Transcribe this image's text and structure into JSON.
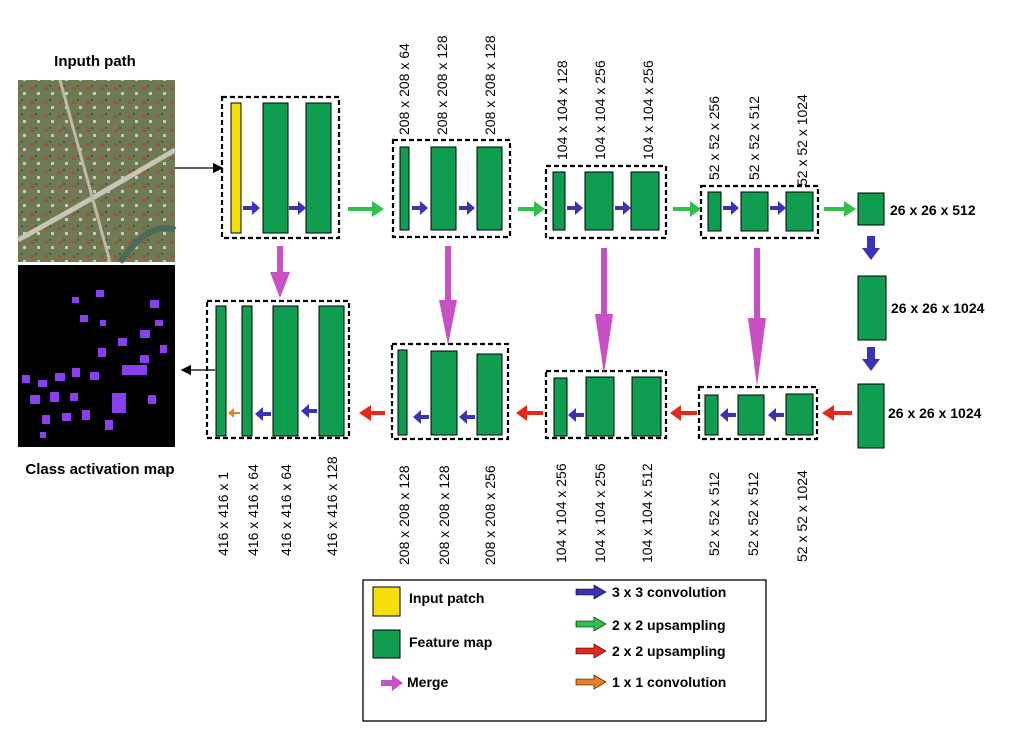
{
  "inputs": {
    "top_title": "Inputh path",
    "bottom_title": "Class activation map"
  },
  "dims": {
    "enc1": [
      "208 x 208 x 64",
      "208 x 208 x 128",
      "208 x 208 x 128"
    ],
    "enc2": [
      "104 x 104 x 128",
      "104 x 104 x 256",
      "104 x 104 x 256"
    ],
    "enc3": [
      "52 x 52 x 256",
      "52 x 52 x 512",
      "52 x 52 x 1024"
    ],
    "bottleneck": [
      "26 x 26 x 512",
      "26 x 26 x 1024",
      "26 x 26 x 1024"
    ],
    "dec1": [
      "416 x 416 x 1",
      "416 x 416 x 64",
      "416 x 416 x 64",
      "416 x 416 x 128"
    ],
    "dec2": [
      "208 x 208 x 128",
      "208 x 208 x 128",
      "208 x 208 x 256"
    ],
    "dec3": [
      "104 x 104 x 256",
      "104 x 104 x 256",
      "104 x 104 x 512"
    ],
    "dec4": [
      "52 x 52 x 512",
      "52 x 52 x 512",
      "52 x 52 x 1024"
    ]
  },
  "legend": {
    "input_patch": "Input patch",
    "feature_map": "Feature map",
    "merge": "Merge",
    "conv3": "3 x 3 convolution",
    "up_green": "2 x 2 upsampling",
    "up_red": "2 x 2 upsampling",
    "conv1": "1 x 1 convolution"
  },
  "colors": {
    "feature": "#0f9d4f",
    "input": "#f5de0b",
    "conv3": "#3b32b8",
    "up_green": "#2fbf4a",
    "up_red": "#e8271b",
    "merge": "#c94fc4",
    "conv1": "#f07d1c"
  }
}
